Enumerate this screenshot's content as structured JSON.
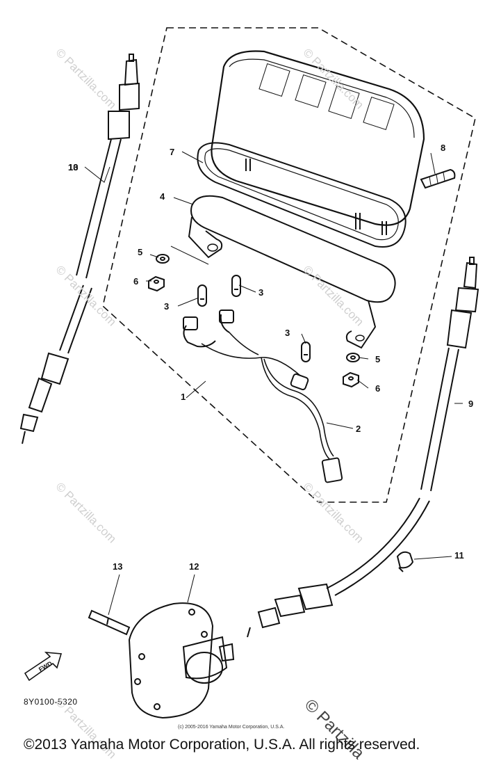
{
  "diagram": {
    "callouts": [
      {
        "id": "c1",
        "label": "1"
      },
      {
        "id": "c2",
        "label": "2"
      },
      {
        "id": "c3a",
        "label": "3"
      },
      {
        "id": "c3b",
        "label": "3"
      },
      {
        "id": "c3c",
        "label": "3"
      },
      {
        "id": "c4",
        "label": "4"
      },
      {
        "id": "c5a",
        "label": "5"
      },
      {
        "id": "c5b",
        "label": "5"
      },
      {
        "id": "c6a",
        "label": "6"
      },
      {
        "id": "c6b",
        "label": "6"
      },
      {
        "id": "c7",
        "label": "7"
      },
      {
        "id": "c8",
        "label": "8"
      },
      {
        "id": "c9",
        "label": "9"
      },
      {
        "id": "c10",
        "label": "10"
      },
      {
        "id": "c11",
        "label": "11"
      },
      {
        "id": "c12",
        "label": "12"
      },
      {
        "id": "c13",
        "label": "13"
      }
    ],
    "fwd_label": "FWD",
    "diagram_code": "8Y0100-5320"
  },
  "watermark": {
    "text": "© Partzilla.com",
    "corner_text": "© Partzilla"
  },
  "fine_print": "(c) 2005-2016 Yamaha Motor Corporation, U.S.A.",
  "footer": {
    "copyright": "©2013 Yamaha Motor Corporation, U.S.A. All rights reserved."
  }
}
